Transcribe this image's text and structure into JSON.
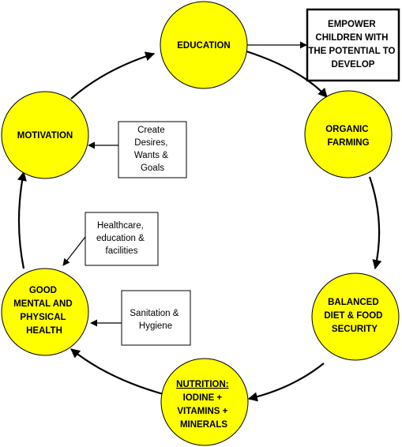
{
  "colors": {
    "node_fill": "#ffff00",
    "stroke": "#000000",
    "background": "#ffffff"
  },
  "nodes": {
    "education": {
      "lines": [
        "EDUCATION"
      ]
    },
    "organic": {
      "lines": [
        "ORGANIC",
        "FARMING"
      ]
    },
    "balanced": {
      "lines": [
        "BALANCED",
        "DIET & FOOD",
        "SECURITY"
      ]
    },
    "nutrition": {
      "lines": [
        "NUTRITION:",
        "IODINE +",
        "VITAMINS +",
        "MINERALS"
      ]
    },
    "health": {
      "lines": [
        "GOOD",
        "MENTAL AND",
        "PHYSICAL",
        "HEALTH"
      ]
    },
    "motivation": {
      "lines": [
        "MOTIVATION"
      ]
    }
  },
  "boxes": {
    "empower": {
      "lines": [
        "EMPOWER",
        "CHILDREN WITH",
        "THE POTENTIAL TO",
        "DEVELOP"
      ]
    },
    "desires": {
      "lines": [
        "Create",
        "Desires,",
        "Wants &",
        "Goals"
      ]
    },
    "healthcare": {
      "lines": [
        "Healthcare,",
        "education &",
        "facilities"
      ]
    },
    "sanitation": {
      "lines": [
        "Sanitation &",
        "Hygiene"
      ]
    }
  }
}
